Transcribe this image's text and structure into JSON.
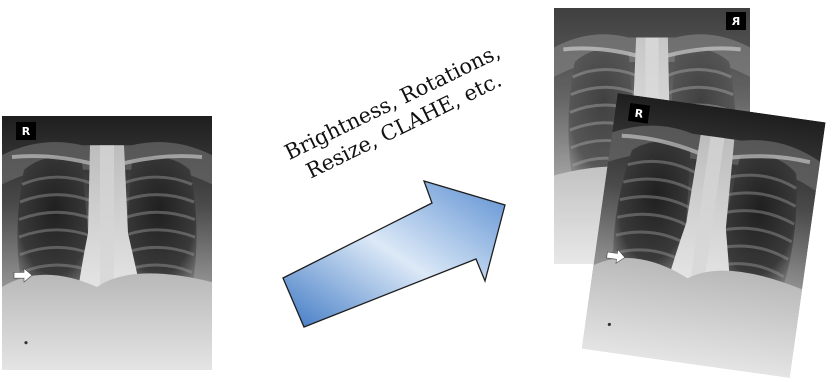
{
  "caption": {
    "line1": "Brightness, Rotations,",
    "line2": "Resize, CLAHE, etc."
  },
  "images": {
    "original": {
      "marker": "R"
    },
    "augmented_back": {
      "marker": "R",
      "mirrored": true
    },
    "augmented_front": {
      "marker": "R"
    }
  },
  "colors": {
    "arrow_dark": "#3f79c4",
    "arrow_light": "#dce9f7",
    "arrow_stroke": "#1e1e1e"
  }
}
